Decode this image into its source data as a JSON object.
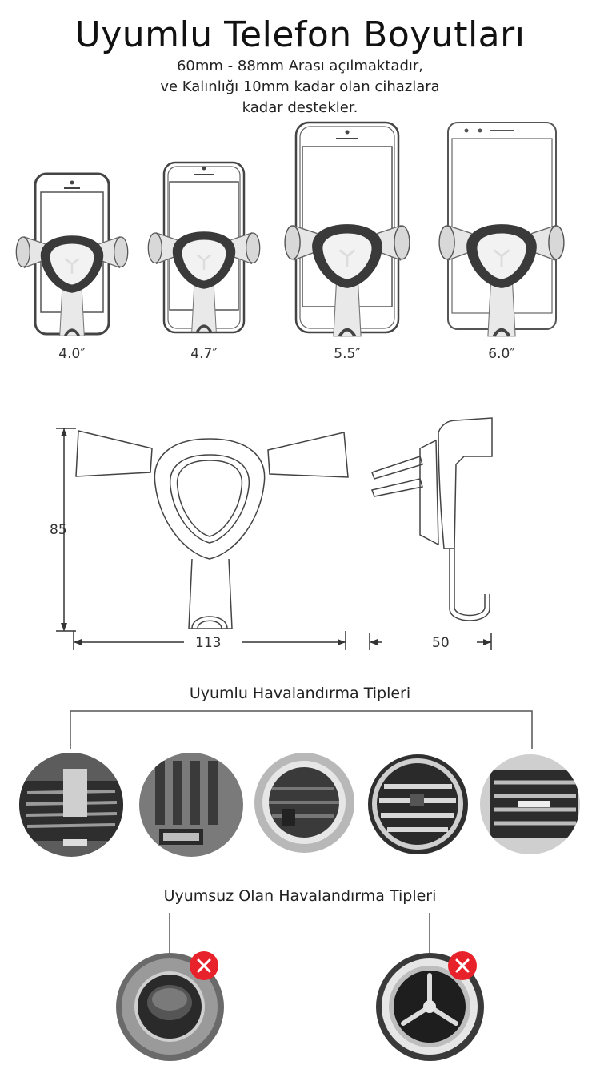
{
  "title": "Uyumlu Telefon Boyutları",
  "subtitle_lines": [
    "60mm - 88mm Arası açılmaktadır,",
    "ve Kalınlığı 10mm  kadar olan cihazlara",
    "kadar destekler."
  ],
  "phone_sizes": [
    "4.0″",
    "4.7″",
    "5.5″",
    "6.0″"
  ],
  "dimensions": {
    "height": "85",
    "width": "113",
    "depth": "50"
  },
  "compatible_title": "Uyumlu Havalandırma Tipleri",
  "incompatible_title": "Uyumsuz Olan Havalandırma Tipleri",
  "colors": {
    "warning_red": "#e8222a",
    "holder_dark": "#3a3a3a",
    "line": "#666666"
  },
  "icons": [
    "phone-outline",
    "holder-triangle",
    "vent-photo",
    "x-circle-icon"
  ]
}
